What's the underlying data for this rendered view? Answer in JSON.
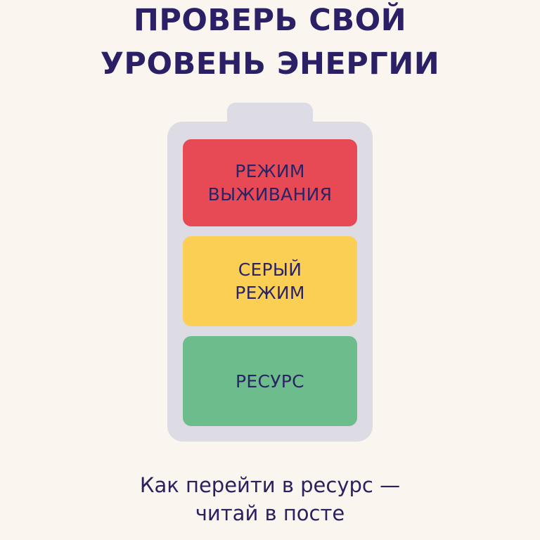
{
  "title": {
    "line1": "ПРОВЕРЬ СВОЙ",
    "line2": "УРОВЕНЬ ЭНЕРГИИ"
  },
  "battery": {
    "segments": [
      {
        "line1": "РЕЖИМ",
        "line2": "ВЫЖИВАНИЯ",
        "color": "#e74a55"
      },
      {
        "line1": "СЕРЫЙ",
        "line2": "РЕЖИМ",
        "color": "#fbcf53"
      },
      {
        "line1": "РЕСУРС",
        "color": "#6dbd8c"
      }
    ]
  },
  "caption": {
    "line1": "Как перейти в ресурс —",
    "line2": "читай в посте"
  },
  "colors": {
    "background": "#faf5ef",
    "title_text": "#2b1f66",
    "battery_body": "#dddbe3"
  }
}
